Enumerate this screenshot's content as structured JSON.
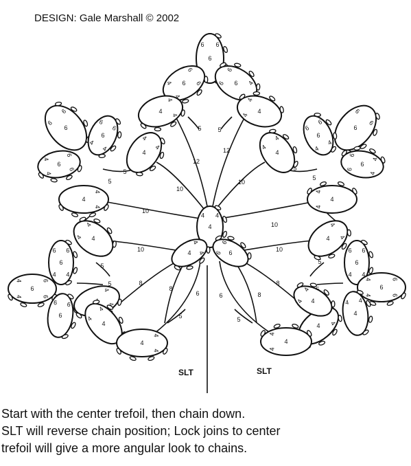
{
  "credit": "DESIGN: Gale Marshall © 2002",
  "slt_label": "SLT",
  "caption_lines": [
    "Start with the center trefoil, then chain down.",
    "SLT will reverse chain position; Lock joins to center",
    "trefoil will give a more angular look to chains."
  ],
  "rings": [
    {
      "label": "6",
      "d": [
        6,
        6
      ]
    },
    {
      "label": "6",
      "d": [
        6,
        6,
        4,
        4
      ]
    },
    {
      "label": "6",
      "d": [
        6,
        6,
        4,
        4
      ]
    },
    {
      "label": "4",
      "d": [
        4,
        4
      ]
    },
    {
      "label": "4",
      "d": [
        4,
        4
      ]
    },
    {
      "label": "4",
      "d": [
        4,
        4
      ]
    },
    {
      "label": "4",
      "d": [
        4,
        4
      ]
    },
    {
      "label": "6",
      "d": [
        6,
        6
      ]
    },
    {
      "label": "6",
      "d": [
        6,
        6,
        4,
        4
      ]
    },
    {
      "label": "6",
      "d": [
        6,
        6,
        4,
        4
      ]
    },
    {
      "label": "6",
      "d": [
        6,
        6
      ]
    },
    {
      "label": "6",
      "d": [
        6,
        6,
        4,
        4
      ]
    },
    {
      "label": "6",
      "d": [
        6,
        6,
        4,
        4
      ]
    },
    {
      "label": "4",
      "d": [
        4,
        4
      ]
    },
    {
      "label": "4",
      "d": [
        4,
        4
      ]
    },
    {
      "label": "4",
      "d": [
        4,
        4
      ]
    },
    {
      "label": "4",
      "d": [
        4,
        4
      ]
    },
    {
      "label": "4",
      "d": [
        4,
        4
      ]
    },
    {
      "label": "4",
      "d": [
        4,
        4
      ]
    },
    {
      "label": "6",
      "d": [
        6,
        6
      ]
    },
    {
      "label": "6",
      "d": [
        6,
        6,
        4,
        4
      ]
    },
    {
      "label": "6",
      "d": [
        6,
        6,
        4,
        4
      ]
    },
    {
      "label": "6",
      "d": [
        6,
        6
      ]
    },
    {
      "label": "6",
      "d": [
        6,
        6,
        4,
        4
      ]
    },
    {
      "label": "6",
      "d": [
        6,
        6,
        4,
        4
      ]
    },
    {
      "label": "4",
      "d": [
        4,
        4
      ]
    },
    {
      "label": "4",
      "d": [
        4,
        4
      ]
    },
    {
      "label": "4",
      "d": [
        4,
        4
      ]
    },
    {
      "label": "4",
      "d": [
        4,
        4
      ]
    },
    {
      "label": "4",
      "d": [
        4,
        4
      ]
    },
    {
      "label": "4",
      "d": [
        4,
        4
      ]
    },
    {
      "label": "4",
      "d": [
        4,
        4
      ]
    }
  ],
  "chains": [
    {
      "label": "12"
    },
    {
      "label": "12"
    },
    {
      "label": "10"
    },
    {
      "label": "10"
    },
    {
      "label": "10"
    },
    {
      "label": "10"
    },
    {
      "label": "10"
    },
    {
      "label": "10"
    },
    {
      "label": "8"
    },
    {
      "label": "8"
    },
    {
      "label": "8"
    },
    {
      "label": "8"
    },
    {
      "label": "6"
    },
    {
      "label": "6"
    },
    {
      "label": "5"
    },
    {
      "label": "5"
    },
    {
      "label": "5"
    },
    {
      "label": "5"
    },
    {
      "label": "5"
    },
    {
      "label": "5"
    },
    {
      "label": "5"
    },
    {
      "label": "5"
    },
    {
      "label": "5"
    },
    {
      "label": "5"
    },
    {
      "label": "5"
    },
    {
      "label": "5"
    }
  ]
}
